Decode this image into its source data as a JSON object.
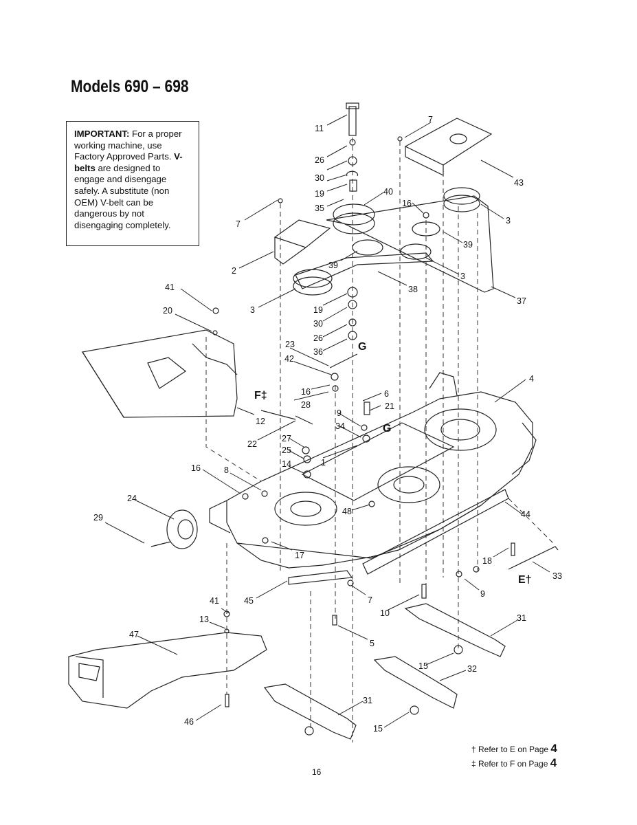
{
  "title": "Models 690 – 698",
  "notice": {
    "important_label": "IMPORTANT:",
    "text1": " For a proper working machine, use Factory Approved Parts. ",
    "vbelts_label": "V-belts",
    "text2": " are designed to engage and disengage safely. A substitute (non OEM) V-belt can be dangerous by not disengaging completely."
  },
  "callouts": {
    "c11": "11",
    "c7a": "7",
    "c26a": "26",
    "c30a": "30",
    "c19a": "19",
    "c40": "40",
    "c43": "43",
    "c16a": "16",
    "c3a": "3",
    "c35": "35",
    "c7b": "7",
    "c39a": "39",
    "c2": "2",
    "c39b": "39",
    "c3b": "3",
    "c38": "38",
    "c37": "37",
    "c41a": "41",
    "c3c": "3",
    "c19b": "19",
    "c20": "20",
    "c30b": "30",
    "c26b": "26",
    "c23": "23",
    "c36": "36",
    "cG1": "G",
    "c42": "42",
    "c4": "4",
    "cF": "F‡",
    "c16b": "16",
    "c6": "6",
    "c28": "28",
    "c21": "21",
    "c12": "12",
    "c9a": "9",
    "c34": "34",
    "cG2": "G",
    "c22": "22",
    "c27": "27",
    "c25": "25",
    "c1": "1",
    "c14": "14",
    "c16c": "16",
    "c8": "8",
    "c24": "24",
    "c48": "48",
    "c44": "44",
    "c29": "29",
    "c17": "17",
    "c18": "18",
    "c33": "33",
    "cE": "E†",
    "c9b": "9",
    "c41b": "41",
    "c45": "45",
    "c7c": "7",
    "c10": "10",
    "c31a": "31",
    "c13": "13",
    "c47": "47",
    "c5": "5",
    "c15a": "15",
    "c32": "32",
    "c31b": "31",
    "c46": "46",
    "c15b": "15"
  },
  "footnotes": {
    "f1_text": "† Refer to E on Page ",
    "f1_page": "4",
    "f2_text": "‡ Refer to F on Page ",
    "f2_page": "4"
  },
  "page_number": "16"
}
